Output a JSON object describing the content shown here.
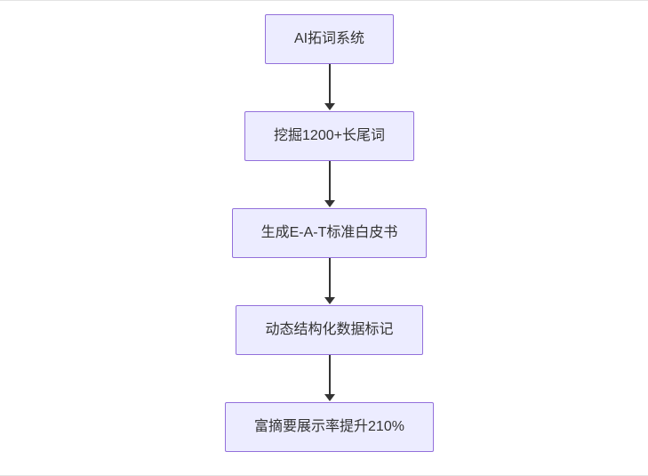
{
  "diagram": {
    "type": "flowchart",
    "direction": "top-down",
    "nodes": [
      {
        "id": "A",
        "label": "AI拓词系统"
      },
      {
        "id": "B",
        "label": "挖掘1200+长尾词"
      },
      {
        "id": "C",
        "label": "生成E-A-T标准白皮书"
      },
      {
        "id": "D",
        "label": "动态结构化数据标记"
      },
      {
        "id": "E",
        "label": "富摘要展示率提升210%"
      }
    ],
    "edges": [
      {
        "from": "A",
        "to": "B"
      },
      {
        "from": "B",
        "to": "C"
      },
      {
        "from": "C",
        "to": "D"
      },
      {
        "from": "D",
        "to": "E"
      }
    ],
    "colors": {
      "node_fill": "#ECECFF",
      "node_border": "#9370DB",
      "arrow": "#333333",
      "text": "#333333",
      "background": "#ffffff"
    }
  }
}
